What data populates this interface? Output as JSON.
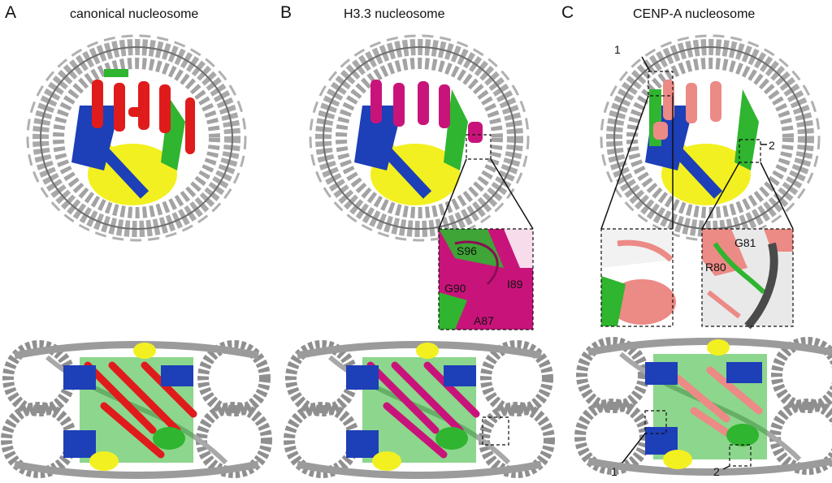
{
  "panels": [
    {
      "letter": "A",
      "title": "canonical nucleosome"
    },
    {
      "letter": "B",
      "title": "H3.3 nucleosome"
    },
    {
      "letter": "C",
      "title": "CENP-A nucleosome"
    }
  ],
  "inset_b_residues": [
    "S96",
    "G90",
    "I89",
    "A87"
  ],
  "inset_c_residues": [
    "G81",
    "R80"
  ],
  "callouts_c": [
    "1",
    "2"
  ],
  "colors": {
    "dna": "#9a9a9a",
    "h3_canonical": "#e01b1b",
    "h3_3": "#c8147a",
    "cenp_a": "#ec8a86",
    "h4": "#2fb52f",
    "h2a": "#f3f021",
    "h2b": "#1d3fb8"
  }
}
